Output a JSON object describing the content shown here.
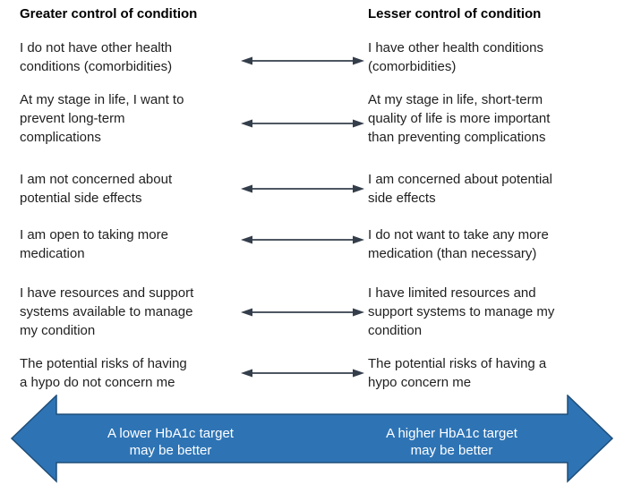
{
  "headers": {
    "left": "Greater control of condition",
    "right": "Lesser control of condition"
  },
  "rows": [
    {
      "left": "I do not have other health\nconditions (comorbidities)",
      "right": "I have other health conditions\n(comorbidities)"
    },
    {
      "left": "At my stage in life, I want to\nprevent long-term\ncomplications",
      "right": "At my stage in life, short-term\nquality of life is more important\nthan preventing complications"
    },
    {
      "left": "I am not concerned about\npotential side effects",
      "right": "I am concerned about potential\nside effects"
    },
    {
      "left": "I am open to taking more\nmedication",
      "right": "I do not want to take any more\nmedication (than necessary)"
    },
    {
      "left": "I have resources and support\nsystems available to manage\nmy condition",
      "right": "I have limited resources and\nsupport systems to manage my\ncondition"
    },
    {
      "left": "The potential risks of having\na hypo do not concern me",
      "right": "The potential risks of having a\nhypo concern me"
    }
  ],
  "scale": {
    "lower_label": "A lower HbA1c target\nmay be better",
    "higher_label": "A higher HbA1c target\nmay be better"
  },
  "colors": {
    "background": "#ffffff",
    "text": "#1f1f1f",
    "heading_text": "#000000",
    "connector_arrow": "#343e4b",
    "scale_arrow_fill": "#2e74b5",
    "scale_arrow_border": "#1f4e79",
    "scale_arrow_text": "#ffffff"
  }
}
